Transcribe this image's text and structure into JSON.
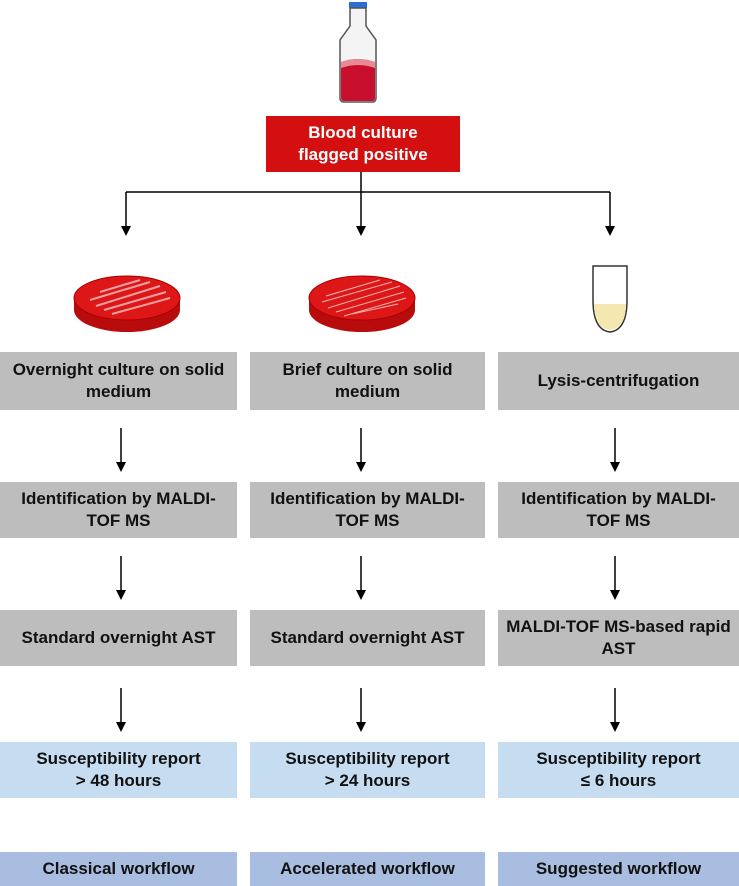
{
  "start": {
    "text": "Blood culture\nflagged positive",
    "color": "#d40f0f"
  },
  "columns": [
    {
      "sample_icon": "blood-agar-plate-icon",
      "step1": "Overnight culture on solid medium",
      "step2": "Identification by MALDI-TOF MS",
      "step3": "Standard overnight AST",
      "report": "Susceptibility report\n> 48 hours",
      "workflow": "Classical workflow"
    },
    {
      "sample_icon": "blood-agar-plate-icon",
      "step1": "Brief culture on solid medium",
      "step2": "Identification by MALDI-TOF MS",
      "step3": "Standard overnight AST",
      "report": "Susceptibility report\n> 24 hours",
      "workflow": "Accelerated workflow"
    },
    {
      "sample_icon": "centrifuge-tube-icon",
      "step1": "Lysis-centrifugation",
      "step2": "Identification by MALDI-TOF MS",
      "step3": "MALDI-TOF MS-based rapid AST",
      "report": "Susceptibility report\n≤ 6 hours",
      "workflow": "Suggested workflow"
    }
  ],
  "colors": {
    "step_box": "#bdbdbd",
    "report_box": "#c6dcf0",
    "workflow_box": "#a9bde0",
    "agar": "#d40f0f"
  }
}
